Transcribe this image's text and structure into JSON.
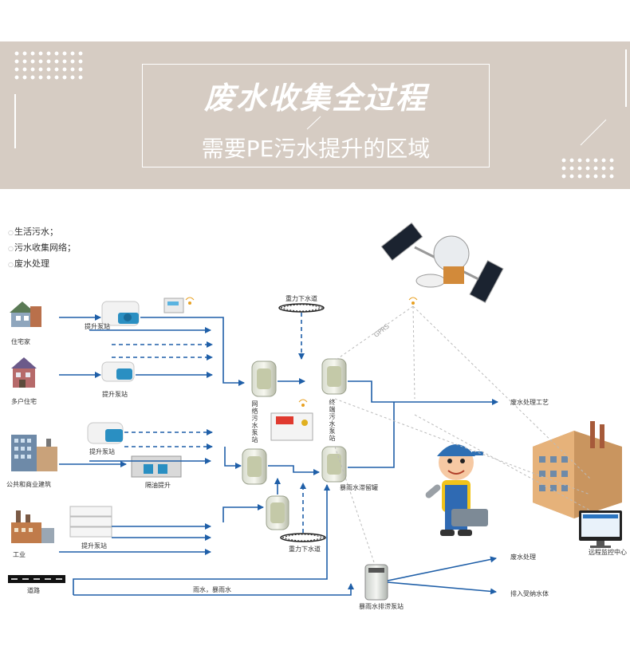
{
  "header": {
    "title": "废水收集全过程",
    "subtitle": "需要PE污水提升的区域"
  },
  "legend": [
    "生活污水；",
    "污水收集网络；",
    "废水处理"
  ],
  "sources": {
    "residential": "住宅家",
    "multi_family": "多户住宅",
    "public_commercial": "公共和商业建筑",
    "industry": "工业",
    "road": "道路"
  },
  "equipment": {
    "lift_station_1": "提升泵站",
    "lift_station_2": "提升泵站",
    "lift_station_3": "提升泵站",
    "lift_station_4": "提升泵站",
    "grease_lift": "隔油提升",
    "gravity_sewer_top": "重力下水道",
    "gravity_sewer_bottom": "重力下水道",
    "network_station": "网络污水泵站",
    "terminal_station": "终端污水泵站",
    "storm_tank": "暴雨水滞留罐",
    "storm_pump_station": "暴雨水排涝泵站",
    "gprs": "GPRS",
    "rain_label": "雨水，暴雨水"
  },
  "destinations": {
    "treatment": "废水处理工艺",
    "remote": "远程监控中心",
    "wastewater": "废水处理",
    "receiving_water": "排入受纳水体"
  },
  "colors": {
    "banner": "#d6ccc3",
    "arrow": "#1f5fa8",
    "road": "#111111"
  }
}
